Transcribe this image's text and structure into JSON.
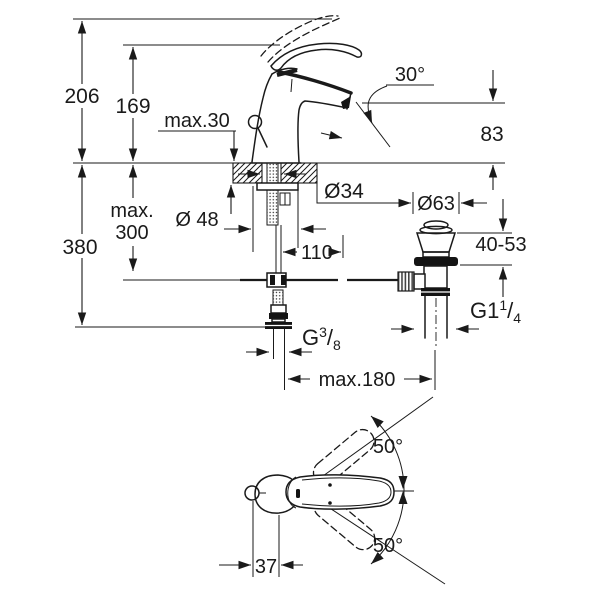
{
  "drawing": {
    "title_semantic": "basin-mixer-technical-dimension-drawing",
    "colors": {
      "line": "#1a1a1a",
      "background": "#ffffff"
    },
    "labels": {
      "height_total": "206",
      "height_to_spout_body": "169",
      "deck_thickness_max": "max.30",
      "spout_angle": "30°",
      "spout_height_above_deck": "83",
      "mounting_hole_diameter": "Ø34",
      "popup_rod_max_line1": "max.",
      "popup_rod_max_line2": "300",
      "depth_below_total": "380",
      "base_diameter": "Ø 48",
      "rod_offset": "110",
      "waste_flange_diameter": "Ø63",
      "basin_clamp_range": "40-53",
      "hose_length_max": "max.180",
      "swivel_angle_top": "50°",
      "swivel_angle_bottom": "50°",
      "handle_offset": "37"
    },
    "thread_waste": {
      "base": "G1",
      "sup": "1",
      "slash": "/",
      "sub": "4"
    },
    "thread_supply": {
      "base": "G",
      "sup": "3",
      "slash": "/",
      "sub": "8"
    }
  }
}
